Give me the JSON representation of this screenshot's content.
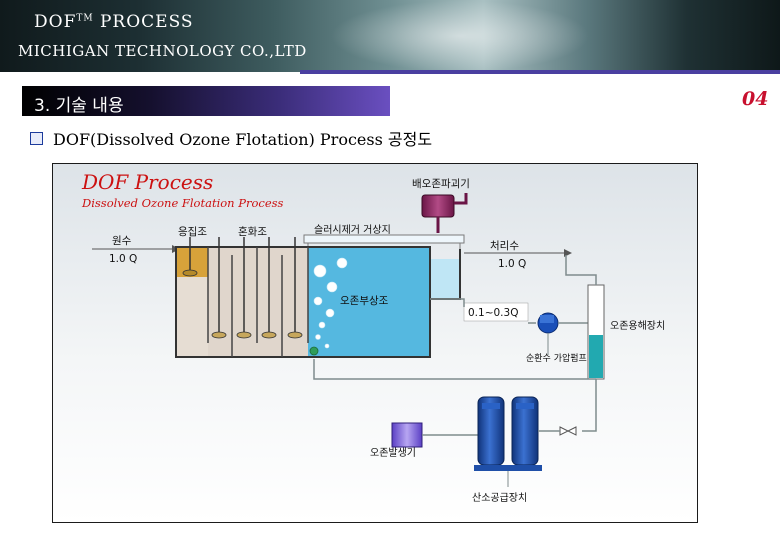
{
  "header": {
    "title": "DOF",
    "title_sup": "TM",
    "title_rest": " PROCESS",
    "subtitle": "MICHIGAN TECHNOLOGY CO.,LTD"
  },
  "section": {
    "label": "3. 기술 내용",
    "page_number": "04"
  },
  "bullet": {
    "text": "DOF(Dissolved Ozone Flotation) Process 공정도"
  },
  "diagram": {
    "title": "DOF Process",
    "subtitle": "Dissolved Ozone Flotation Process",
    "labels": {
      "ozone_destructor": "배오존파괴기",
      "influent": "원수",
      "influent_flow": "1.0 Q",
      "coagulation_tank": "응집조",
      "flocculation_tank": "혼화조",
      "sludge_collector": "슬러시제거 거상지",
      "treated_water": "처리수",
      "treated_flow": "1.0 Q",
      "flotation_tank": "오존부상조",
      "recycle_ratio": "0.1~0.3Q",
      "dissolution_device": "오존용해장치",
      "recycle_pump": "순환수 가압펌프",
      "ozone_generator": "오존발생기",
      "oxygen_supply": "산소공급장치"
    },
    "colors": {
      "tank_water": "#55b8e0",
      "coag_tank": "#d7a23a",
      "pipe": "#7f8c8d",
      "ozone_destructor": "#8a1f5c",
      "ozone_generator": "#7b5bd6",
      "oxygen_tanks": "#1f4fa8",
      "pump": "#1a4fb8",
      "dissolver_water": "#22a9b0",
      "sludge_tray": "#bfe6f5",
      "title_red": "#cc1111"
    }
  }
}
